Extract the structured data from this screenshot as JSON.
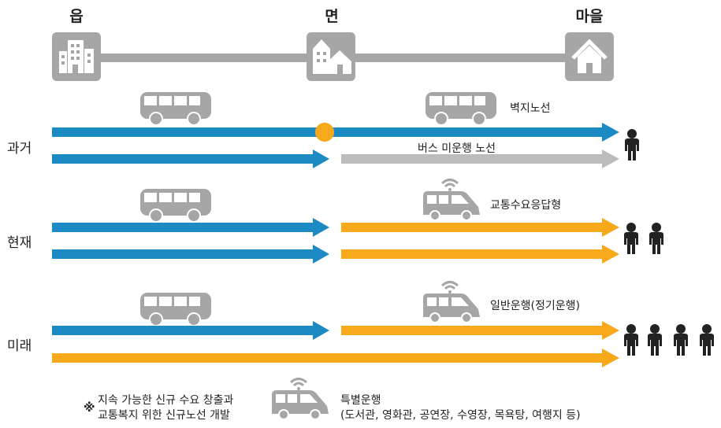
{
  "colors": {
    "blue": "#1c8bc4",
    "orange": "#f7a81b",
    "gray": "#bcbcbc",
    "icon_gray": "#9a9a9a",
    "dot": "#f7a81b"
  },
  "top_nodes": [
    {
      "label": "읍",
      "icon": "apartment-building-icon"
    },
    {
      "label": "면",
      "icon": "houses-icon"
    },
    {
      "label": "마을",
      "icon": "house-icon"
    }
  ],
  "rows": [
    {
      "label": "과거",
      "left_label": "",
      "right_label": "벽지노선",
      "second_right_label": "버스 미운행 노선",
      "people": 1
    },
    {
      "label": "현재",
      "right_label": "교통수요응답형",
      "people": 2
    },
    {
      "label": "미래",
      "right_label": "일반운행(정기운행)",
      "people": 4
    }
  ],
  "footnote": {
    "mark": "※",
    "line1": "지속 가능한 신규 수요 창출과",
    "line2": "교통복지 위한 신규노선 개발"
  },
  "special": {
    "line1": "특별운행",
    "line2": "(도서관, 영화관, 공연장, 수영장, 목욕탕, 여행지 등)"
  }
}
